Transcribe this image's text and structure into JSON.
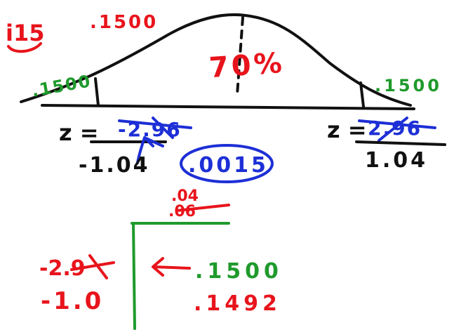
{
  "colors": {
    "black": "#111111",
    "red": "#e8141c",
    "green": "#1f9a2c",
    "blue": "#1d2fd6"
  },
  "top_left": {
    "problem_number": "i15",
    "value": ".1500"
  },
  "curve": {
    "center_percent": "70%",
    "left_tail": ".1500",
    "right_tail": ".1500"
  },
  "left_z": {
    "label": "z =",
    "crossed_out": "-2.96",
    "corrected": "-1.04",
    "circled_value": ".0015"
  },
  "right_z": {
    "label": "z =",
    "crossed_out": "2.96",
    "corrected": "1.04"
  },
  "table": {
    "column_header_new": ".04",
    "column_header_crossed": ".06",
    "row_crossed": "-2.9",
    "row_new": "-1.0",
    "lookup_value": ".1500",
    "found_value": ".1492"
  }
}
